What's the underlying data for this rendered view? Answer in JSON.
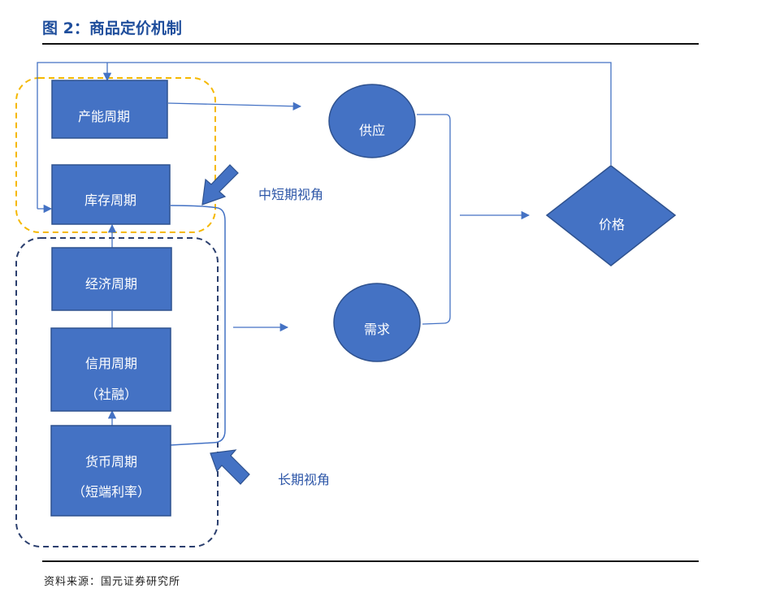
{
  "title": "图 2：商品定价机制",
  "source": "资料来源：国元证券研究所",
  "colors": {
    "box": "#4472c4",
    "box_border": "#2f528f",
    "line": "#4472c4",
    "orange_dash": "#f5b800",
    "navy_dash": "#2b3f6e",
    "title": "#1f4e9c"
  },
  "nodes": {
    "capacity": "产能周期",
    "inventory": "库存周期",
    "economy": "经济周期",
    "credit": "信用周期",
    "credit_sub": "（社融）",
    "monetary": "货币周期",
    "monetary_sub": "（短端利率）",
    "supply": "供应",
    "demand": "需求",
    "price": "价格"
  },
  "annotations": {
    "mid_short": "中短期视角",
    "long": "长期视角"
  }
}
